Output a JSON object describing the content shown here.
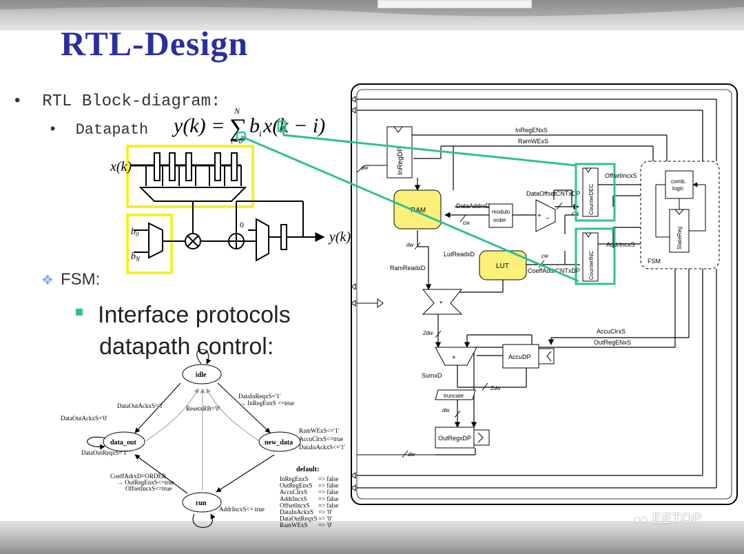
{
  "slide": {
    "title": "RTL-Design",
    "bullet1": "RTL Block-diagram:",
    "bullet2": "Datapath",
    "fsm_heading": "FSM:",
    "interface_line1": "Interface protocols",
    "interface_line2": "datapath control:",
    "watermark": "EETOP"
  },
  "formula": {
    "lhs": "y(k) =",
    "sum": "∑",
    "upper": "N",
    "lower": "i=0",
    "rhs": "b",
    "rhs_sub": "i",
    "rhs2": "x(k − i)"
  },
  "datapath": {
    "input": "x(k)",
    "output": "y(k)",
    "coef_top": "b",
    "coef_top_sub": "0",
    "coef_bot": "b",
    "coef_bot_sub": "N",
    "zero": "0"
  },
  "rtl": {
    "InRegEN": "InRegENxS",
    "RamWE": "RamWExS",
    "InRegDP": "InRegDP",
    "RAM": "RAM",
    "DataAddr": "DataAddrxD",
    "modulo1": "modulo",
    "modulo2": "order",
    "DataOffset": "DataOffsetCNTxDP",
    "OffsetInc": "OffsetIncxS",
    "CounterDEC": "CounterDEC",
    "AddrInc": "AddrIncxS",
    "CounterINC": "CounterINC",
    "CoeffAddr": "CoeffAddrCNTxDP",
    "LUT": "LUT",
    "LutRead": "LutReadxD",
    "RamRead": "RamReadxD",
    "AccuClr": "AccuClrxS",
    "OutRegEN": "OutRegENxS",
    "AccuDP": "AccuDP",
    "Sum": "SumxD",
    "truncate": "truncate",
    "OutRegDP": "OutRegxDP",
    "comb1": "comb.",
    "comb2": "logic",
    "StateReg": "StateReg",
    "FSM": "FSM",
    "dw": "dw",
    "cw": "cw",
    "two_dw": "2dw",
    "mult": "*",
    "plus": "+",
    "minus": "−"
  },
  "fsm": {
    "idle": "idle",
    "data_out": "data_out",
    "new_data": "new_data",
    "run": "run",
    "reset": "ResetxRB='0'",
    "t_idle_new1": "DataInReqxS='1'",
    "t_idle_new2": "→ InRegEnxS <=true",
    "t_new1": "RamWExS<='1'",
    "t_new2": "AccuClrxS<=true",
    "t_new3": "DataInAckxS<='1'",
    "t_out_idle": "DataOutAckxS='1'",
    "t_out_self": "DataOutAckxS='0'",
    "t_out_req": "DataOutReqxS='1'",
    "t_run_out1": "CoeffAdrxD=ORDER",
    "t_run_out2": "→ OutRegEnxS<=true",
    "t_run_out3": "OffsetIncxS<=true",
    "t_run_self": "AddrIncxS<= true",
    "default_title": "default:",
    "defaults": [
      {
        "sig": "InRegEnxS",
        "val": "=> false"
      },
      {
        "sig": "OutRegEnxS",
        "val": "=> false"
      },
      {
        "sig": "AccuClrxS",
        "val": "=> false"
      },
      {
        "sig": "AddrIncxS",
        "val": "=> false"
      },
      {
        "sig": "OffsetIncxS",
        "val": "=> false"
      },
      {
        "sig": "DataInAckxS",
        "val": "=> '0'"
      },
      {
        "sig": "DataOutReqxS",
        "val": "=> '0'"
      },
      {
        "sig": "RamWExS",
        "val": "=> '0'"
      }
    ]
  },
  "colors": {
    "title": "#2a2fa0",
    "highlight_yellow": "#f6ee2c",
    "teal": "#2fbf9a",
    "block_yellow": "#fbf07a"
  }
}
